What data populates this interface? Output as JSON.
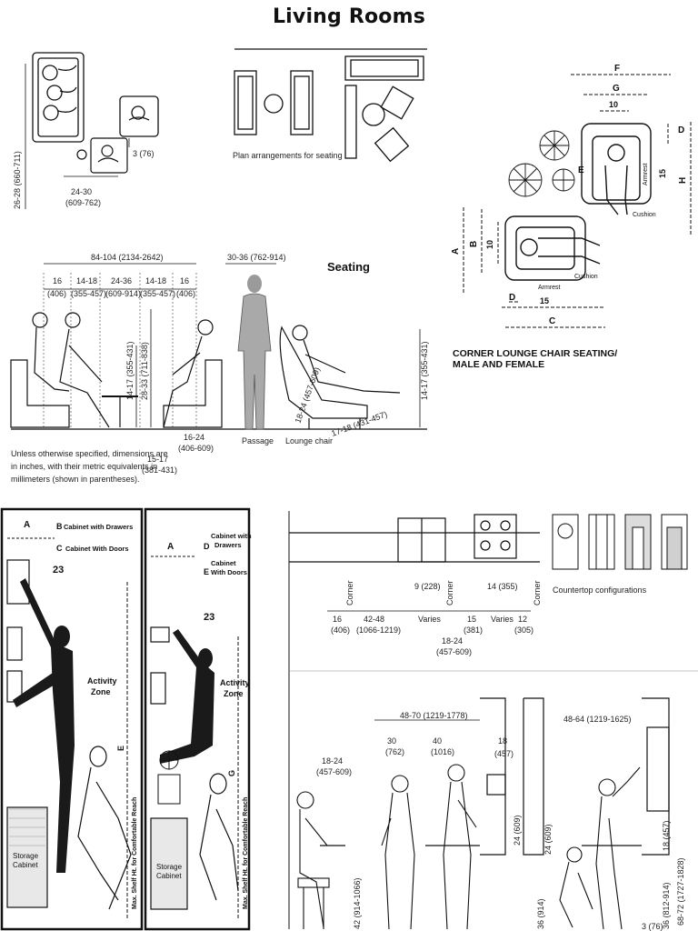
{
  "page": {
    "title": "Living Rooms"
  },
  "top_left": {
    "plan_dim_1": "26-28 (660-711)",
    "plan_dim_2": "3 (76)",
    "plan_dim_3a": "24-30",
    "plan_dim_3b": "(609-762)",
    "plan_caption": "Plan arrangements for seating",
    "heading": "Seating",
    "overall_dim": "84-104 (2134-2642)",
    "passage_dim": "30-36 (762-914)",
    "seg_dims": [
      {
        "in": "16",
        "mm": "(406)"
      },
      {
        "in": "14-18",
        "mm": "(355-457)"
      },
      {
        "in": "24-36",
        "mm": "(609-914)"
      },
      {
        "in": "14-18",
        "mm": "(355-457)"
      },
      {
        "in": "16",
        "mm": "(406)"
      }
    ],
    "seat_height_1": "14-17 (355-431)",
    "table_height": "28-33 (711-838)",
    "seat_height_2": "14-17 (355-431)",
    "chair_back": "18-24 (457-609)",
    "chair_depth": "17-18 (431-457)",
    "bottom_dim_1a": "15-17",
    "bottom_dim_1b": "(381-431)",
    "bottom_dim_2a": "16-24",
    "bottom_dim_2b": "(406-609)",
    "label_passage": "Passage",
    "label_lounge": "Lounge chair",
    "note": [
      "Unless otherwise specified, dimensions are",
      "in inches, with their metric equivalents in",
      "millimeters (shown in parentheses)."
    ]
  },
  "top_right": {
    "letters": [
      "F",
      "G",
      "D",
      "E",
      "H",
      "A",
      "B",
      "C",
      "D"
    ],
    "nums": [
      "10",
      "15",
      "10",
      "15"
    ],
    "labels": [
      "Armrest",
      "Cushion",
      "Cushion",
      "Armrest"
    ],
    "caption": [
      "CORNER LOUNGE CHAIR SEATING/",
      "MALE AND FEMALE"
    ]
  },
  "bottom_left": {
    "panel1": {
      "letter_a": "A",
      "letter_b": "B",
      "cab_drawers": "Cabinet with Drawers",
      "letter_c": "C",
      "cab_doors": "Cabinet With Doors",
      "dim": "23",
      "activity": [
        "Activity",
        "Zone"
      ],
      "storage": [
        "Storage",
        "Cabinet"
      ],
      "vertical": "Max. Shelf Ht. for Comfortable Reach",
      "letter_e": "E"
    },
    "panel2": {
      "letter_a": "A",
      "letter_d": "D",
      "cab_drawers": [
        "Cabinet with",
        "Drawers"
      ],
      "letter_e": "E",
      "cab_doors": [
        "Cabinet",
        "With Doors"
      ],
      "dim": "23",
      "activity": [
        "Activity",
        "Zone"
      ],
      "storage": [
        "Storage",
        "Cabinet"
      ],
      "vertical": "Max. Shelf Ht. for Comfortable Reach",
      "letter_g": "G"
    }
  },
  "bottom_right": {
    "corner_labels": [
      "Corner",
      "Corner",
      "Corner"
    ],
    "dim_9": "9 (228)",
    "dim_14": "14 (355)",
    "countertop": "Countertop configurations",
    "row_dims": [
      {
        "in": "16",
        "mm": "(406)"
      },
      {
        "in": "42-48",
        "mm": "(1066-1219)"
      },
      {
        "in": "Varies",
        "mm": ""
      },
      {
        "in": "15",
        "mm": "(381)"
      },
      {
        "in": "Varies",
        "mm": ""
      },
      {
        "in": "12",
        "mm": "(305)"
      }
    ],
    "dim_18_24": "18-24",
    "dim_18_24_mm": "(457-609)",
    "top_dims": {
      "d48_70": "48-70 (1219-1778)",
      "d18": "18",
      "d30": "30",
      "d30mm": "(762)",
      "d40": "40",
      "d40mm": "(1016)",
      "d18mm": "(457)",
      "d18_24": "18-24",
      "d18_24mm": "(457-609)",
      "d48_64": "48-64 (1219-1625)"
    },
    "verticals": [
      "24 (609)",
      "24 (609)",
      "42 (914-1066)",
      "36 (914)",
      "36 (812-914)",
      "18 (457)",
      "68-72 (1727-1828)"
    ],
    "corner_code": "3 (76)"
  }
}
